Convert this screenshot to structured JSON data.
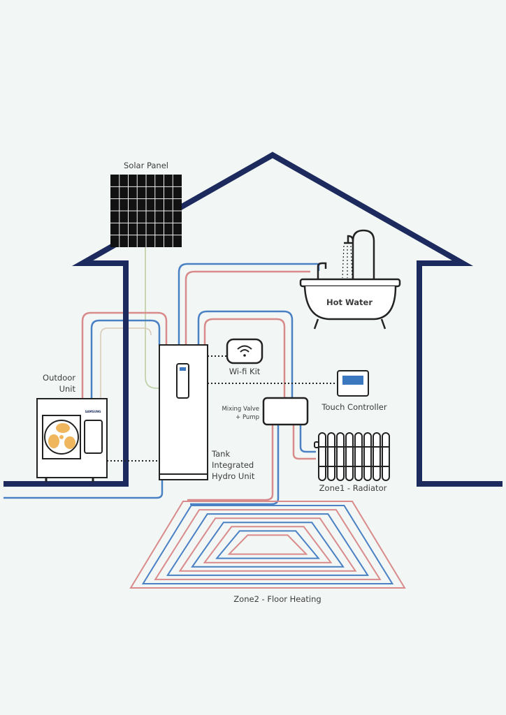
{
  "labels": {
    "solar_panel": "Solar Panel",
    "hot_water": "Hot Water",
    "outdoor_unit_line1": "Outdoor",
    "outdoor_unit_line2": "Unit",
    "brand": "SAMSUNG",
    "wifi_kit": "Wi-fi Kit",
    "touch_controller": "Touch Controller",
    "mixing_valve_line1": "Mixing Valve",
    "mixing_valve_line2": "+ Pump",
    "tank_line1": "Tank",
    "tank_line2": "Integrated",
    "tank_line3": "Hydro Unit",
    "zone1": "Zone1 - Radiator",
    "zone2": "Zone2 - Floor Heating"
  },
  "colors": {
    "house": "#1d2a5e",
    "hot_pipe": "#d98a8a",
    "cold_pipe": "#4a80c4",
    "solar_line": "#b9cc9e",
    "fan": "#f0b65e",
    "screen": "#3b78c0"
  }
}
